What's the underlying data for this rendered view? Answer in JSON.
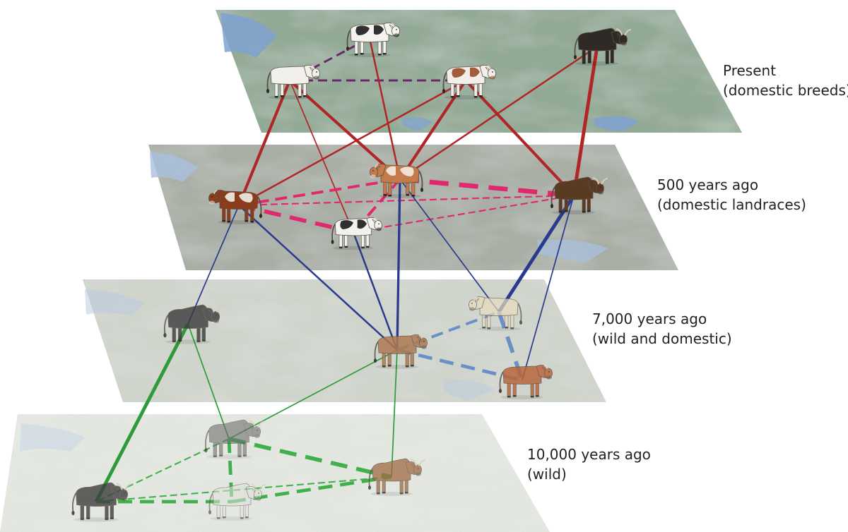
{
  "layers": [
    {
      "id": "present",
      "title": "Present",
      "subtitle": "(domestic breeds)",
      "map_tone": "#8fa893"
    },
    {
      "id": "500",
      "title": "500 years ago",
      "subtitle": "(domestic landraces)",
      "map_tone": "#a7ada3"
    },
    {
      "id": "7000",
      "title": "7,000 years ago",
      "subtitle": "(wild and domestic)",
      "map_tone": "#d3d8cf"
    },
    {
      "id": "10000",
      "title": "10,000 years ago",
      "subtitle": "(wild)",
      "map_tone": "#e7ebe4"
    }
  ],
  "animals": [
    {
      "id": "p1",
      "layer": "present",
      "kind": "domestic cow",
      "coat": "#f2f0ea",
      "patch": "",
      "opacity": 1
    },
    {
      "id": "p2",
      "layer": "present",
      "kind": "domestic cow",
      "coat": "#f5f3ef",
      "patch": "#1c1c1c",
      "opacity": 1
    },
    {
      "id": "p3",
      "layer": "present",
      "kind": "domestic cow",
      "coat": "#f3eee8",
      "patch": "#9a4a2a",
      "opacity": 1
    },
    {
      "id": "p4",
      "layer": "present",
      "kind": "bull",
      "coat": "#2f2a25",
      "patch": "",
      "opacity": 1
    },
    {
      "id": "l1",
      "layer": "500",
      "kind": "landrace cow",
      "coat": "#8a3c1c",
      "patch": "#f2eee6",
      "opacity": 1
    },
    {
      "id": "l2",
      "layer": "500",
      "kind": "landrace cow",
      "coat": "#c47a4a",
      "patch": "#f3ece2",
      "opacity": 1
    },
    {
      "id": "l3",
      "layer": "500",
      "kind": "landrace cow",
      "coat": "#f4f2ee",
      "patch": "#1b1b1b",
      "opacity": 1
    },
    {
      "id": "l4",
      "layer": "500",
      "kind": "landrace bull",
      "coat": "#5b3a22",
      "patch": "",
      "opacity": 1
    },
    {
      "id": "m1",
      "layer": "7000",
      "kind": "aurochs",
      "coat": "#3a3a3a",
      "patch": "",
      "opacity": 0.8
    },
    {
      "id": "m2",
      "layer": "7000",
      "kind": "early domestic cow",
      "coat": "#b07a52",
      "patch": "",
      "opacity": 0.85
    },
    {
      "id": "m3",
      "layer": "7000",
      "kind": "early domestic cow",
      "coat": "#e9ddbf",
      "patch": "",
      "opacity": 0.7
    },
    {
      "id": "m4",
      "layer": "7000",
      "kind": "early domestic cow",
      "coat": "#b9673d",
      "patch": "",
      "opacity": 0.85
    },
    {
      "id": "w1",
      "layer": "10000",
      "kind": "aurochs",
      "coat": "#6f6f6f",
      "patch": "",
      "opacity": 0.6
    },
    {
      "id": "w2",
      "layer": "10000",
      "kind": "aurochs",
      "coat": "#3e3e3e",
      "patch": "",
      "opacity": 0.8
    },
    {
      "id": "w3",
      "layer": "10000",
      "kind": "aurochs",
      "coat": "#e0e0dc",
      "patch": "",
      "opacity": 0.55
    },
    {
      "id": "w4",
      "layer": "10000",
      "kind": "aurochs",
      "coat": "#a06a44",
      "patch": "",
      "opacity": 0.75
    }
  ],
  "links": [
    {
      "a": "p2",
      "b": "p1",
      "style": "dashed",
      "color": "#6a2a6a",
      "weight": 2
    },
    {
      "a": "p1",
      "b": "p3",
      "style": "dashed",
      "color": "#6a2a6a",
      "weight": 2
    },
    {
      "a": "p1",
      "b": "l1",
      "style": "solid",
      "color": "#b02525",
      "weight": 4
    },
    {
      "a": "p1",
      "b": "l3",
      "style": "solid",
      "color": "#b02525",
      "weight": 1
    },
    {
      "a": "p1",
      "b": "l2",
      "style": "solid",
      "color": "#b02525",
      "weight": 4
    },
    {
      "a": "p2",
      "b": "l2",
      "style": "solid",
      "color": "#b02525",
      "weight": 2
    },
    {
      "a": "p3",
      "b": "l1",
      "style": "solid",
      "color": "#b02525",
      "weight": 2
    },
    {
      "a": "p3",
      "b": "l2",
      "style": "solid",
      "color": "#b02525",
      "weight": 4
    },
    {
      "a": "p3",
      "b": "l4",
      "style": "solid",
      "color": "#b02525",
      "weight": 4
    },
    {
      "a": "p4",
      "b": "l2",
      "style": "solid",
      "color": "#b02525",
      "weight": 2
    },
    {
      "a": "p4",
      "b": "l4",
      "style": "solid",
      "color": "#b02525",
      "weight": 5
    },
    {
      "a": "l1",
      "b": "l2",
      "style": "dashed",
      "color": "#e0286e",
      "weight": 3
    },
    {
      "a": "l1",
      "b": "l3",
      "style": "dashed",
      "color": "#e0286e",
      "weight": 5
    },
    {
      "a": "l1",
      "b": "l4",
      "style": "dashed",
      "color": "#e0286e",
      "weight": 1
    },
    {
      "a": "l2",
      "b": "l3",
      "style": "dashed",
      "color": "#e0286e",
      "weight": 3
    },
    {
      "a": "l2",
      "b": "l4",
      "style": "dashed",
      "color": "#e0286e",
      "weight": 6
    },
    {
      "a": "l3",
      "b": "l4",
      "style": "dashed",
      "color": "#e0286e",
      "weight": 1
    },
    {
      "a": "l1",
      "b": "m1",
      "style": "solid",
      "color": "#2a3a8c",
      "weight": 1
    },
    {
      "a": "l1",
      "b": "m2",
      "style": "solid",
      "color": "#2a3a8c",
      "weight": 2
    },
    {
      "a": "l3",
      "b": "m2",
      "style": "solid",
      "color": "#2a3a8c",
      "weight": 2
    },
    {
      "a": "l2",
      "b": "m2",
      "style": "solid",
      "color": "#2a3a8c",
      "weight": 3
    },
    {
      "a": "l2",
      "b": "m3",
      "style": "solid",
      "color": "#2a3a8c",
      "weight": 1
    },
    {
      "a": "l4",
      "b": "m3",
      "style": "solid",
      "color": "#2a3a8c",
      "weight": 5
    },
    {
      "a": "l4",
      "b": "m4",
      "style": "solid",
      "color": "#2a3a8c",
      "weight": 1
    },
    {
      "a": "m2",
      "b": "m3",
      "style": "dashed",
      "color": "#6b8fc7",
      "weight": 3
    },
    {
      "a": "m2",
      "b": "m4",
      "style": "dashed",
      "color": "#6b8fc7",
      "weight": 4
    },
    {
      "a": "m3",
      "b": "m4",
      "style": "dashed",
      "color": "#6b8fc7",
      "weight": 5
    },
    {
      "a": "m1",
      "b": "w1",
      "style": "solid",
      "color": "#2e9a3c",
      "weight": 1
    },
    {
      "a": "m1",
      "b": "w2",
      "style": "solid",
      "color": "#2e9a3c",
      "weight": 5
    },
    {
      "a": "m2",
      "b": "w1",
      "style": "solid",
      "color": "#2e9a3c",
      "weight": 1
    },
    {
      "a": "m2",
      "b": "w4",
      "style": "solid",
      "color": "#2e9a3c",
      "weight": 1
    },
    {
      "a": "w1",
      "b": "w2",
      "style": "dashed",
      "color": "#3fb04c",
      "weight": 1
    },
    {
      "a": "w1",
      "b": "w3",
      "style": "dashed",
      "color": "#3fb04c",
      "weight": 4
    },
    {
      "a": "w1",
      "b": "w4",
      "style": "dashed",
      "color": "#3fb04c",
      "weight": 5
    },
    {
      "a": "w2",
      "b": "w3",
      "style": "dashed",
      "color": "#3fb04c",
      "weight": 4
    },
    {
      "a": "w2",
      "b": "w4",
      "style": "dashed",
      "color": "#3fb04c",
      "weight": 1
    },
    {
      "a": "w3",
      "b": "w4",
      "style": "dashed",
      "color": "#3fb04c",
      "weight": 4
    }
  ]
}
